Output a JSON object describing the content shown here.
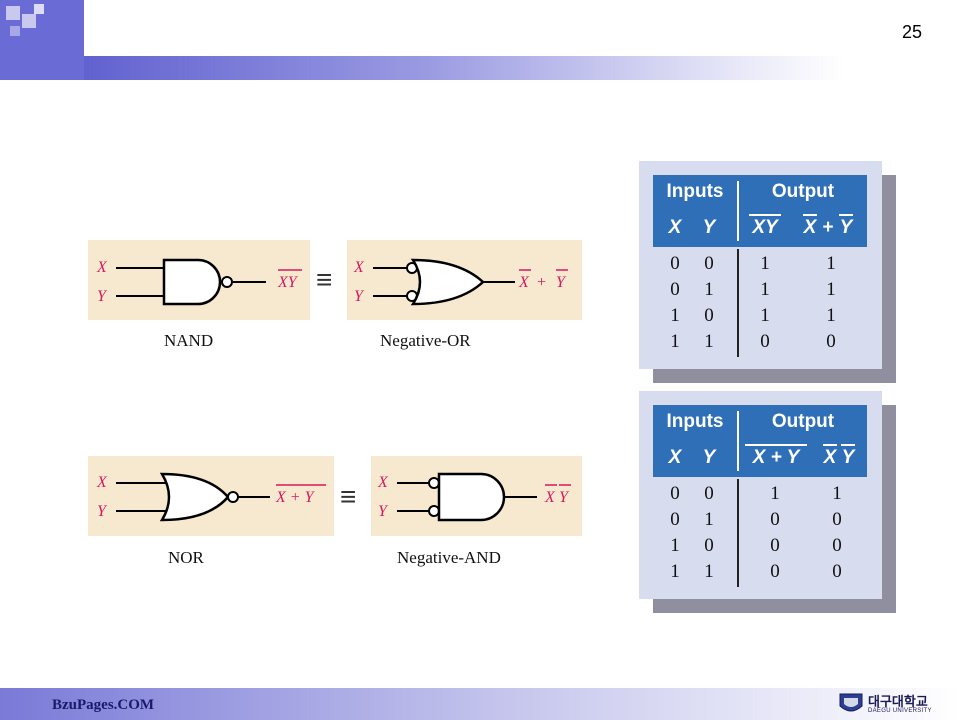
{
  "page_number": "25",
  "footer": {
    "site": "BzuPages.COM",
    "logo_ko": "대구대학교",
    "logo_en": "DAEGU UNIVERSITY"
  },
  "gates": {
    "nand": {
      "caption": "NAND",
      "in_x": "X",
      "in_y": "Y",
      "out": "XY"
    },
    "neg_or": {
      "caption": "Negative-OR",
      "in_x": "X",
      "in_y": "Y",
      "out_a": "X",
      "plus": "+",
      "out_b": "Y"
    },
    "nor": {
      "caption": "NOR",
      "in_x": "X",
      "in_y": "Y",
      "out": "X + Y"
    },
    "neg_and": {
      "caption": "Negative-AND",
      "in_x": "X",
      "in_y": "Y",
      "out_a": "X",
      "out_b": "Y"
    },
    "equiv_symbol": "≡"
  },
  "truth_tables": [
    {
      "header_inputs": "Inputs",
      "header_output": "Output",
      "col_x": "X",
      "col_y": "Y",
      "col_out1": "XY",
      "col_out2_a": "X",
      "col_out2_plus": "+",
      "col_out2_b": "Y",
      "rows": [
        [
          "0",
          "0",
          "1",
          "1"
        ],
        [
          "0",
          "1",
          "1",
          "1"
        ],
        [
          "1",
          "0",
          "1",
          "1"
        ],
        [
          "1",
          "1",
          "0",
          "0"
        ]
      ]
    },
    {
      "header_inputs": "Inputs",
      "header_output": "Output",
      "col_x": "X",
      "col_y": "Y",
      "col_out1": "X + Y",
      "col_out2_a": "X",
      "col_out2_b": "Y",
      "rows": [
        [
          "0",
          "0",
          "1",
          "1"
        ],
        [
          "0",
          "1",
          "0",
          "0"
        ],
        [
          "1",
          "0",
          "0",
          "0"
        ],
        [
          "1",
          "1",
          "0",
          "0"
        ]
      ]
    }
  ]
}
